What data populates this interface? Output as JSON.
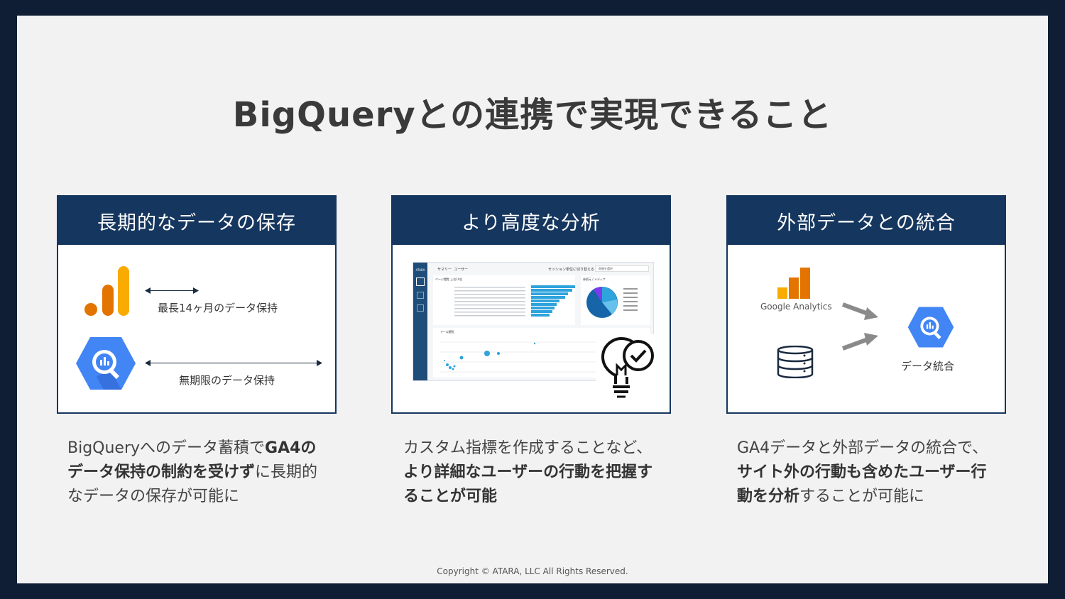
{
  "title": "BigQueryとの連携で実現できること",
  "cards": [
    {
      "heading": "長期的なデータの保存",
      "row1_label": "最長14ヶ月のデータ保持",
      "row2_label": "無期限のデータ保持",
      "desc_parts": [
        "BigQueryへのデータ蓄積で",
        "GA4のデータ保持の制約を受けず",
        "に長期的なデータの保存が可能に"
      ]
    },
    {
      "heading": "より高度な分析",
      "dashboard": {
        "brand": "ATARA",
        "tab1": "サマリー",
        "tab2": "ユーザー",
        "segment_label": "セッション単位に切り替える",
        "select_value": "期間を選択",
        "panel1_title": "ページ閲覧 上位10位",
        "panel2_title": "参照元 / メディア",
        "panel3_title": "アース閲覧"
      },
      "desc_parts": [
        "カスタム指標を作成することなど、",
        "より詳細なユーザーの行動を把握することが可能"
      ]
    },
    {
      "heading": "外部データとの統合",
      "ga_label": "Google Analytics",
      "merge_label": "データ統合",
      "desc_parts": [
        "GA4データと外部データの統合で、",
        "サイト外の行動も含めたユーザー行動を分析",
        "することが可能に"
      ]
    }
  ],
  "copyright": "Copyright © ATARA, LLC All Rights Reserved.",
  "colors": {
    "navy": "#15365e",
    "bg": "#f2f2f3",
    "frame": "#0f1d35",
    "ga_orange": "#f9ab00",
    "ga_dark_orange": "#e37400",
    "bq_blue": "#4285f4"
  }
}
